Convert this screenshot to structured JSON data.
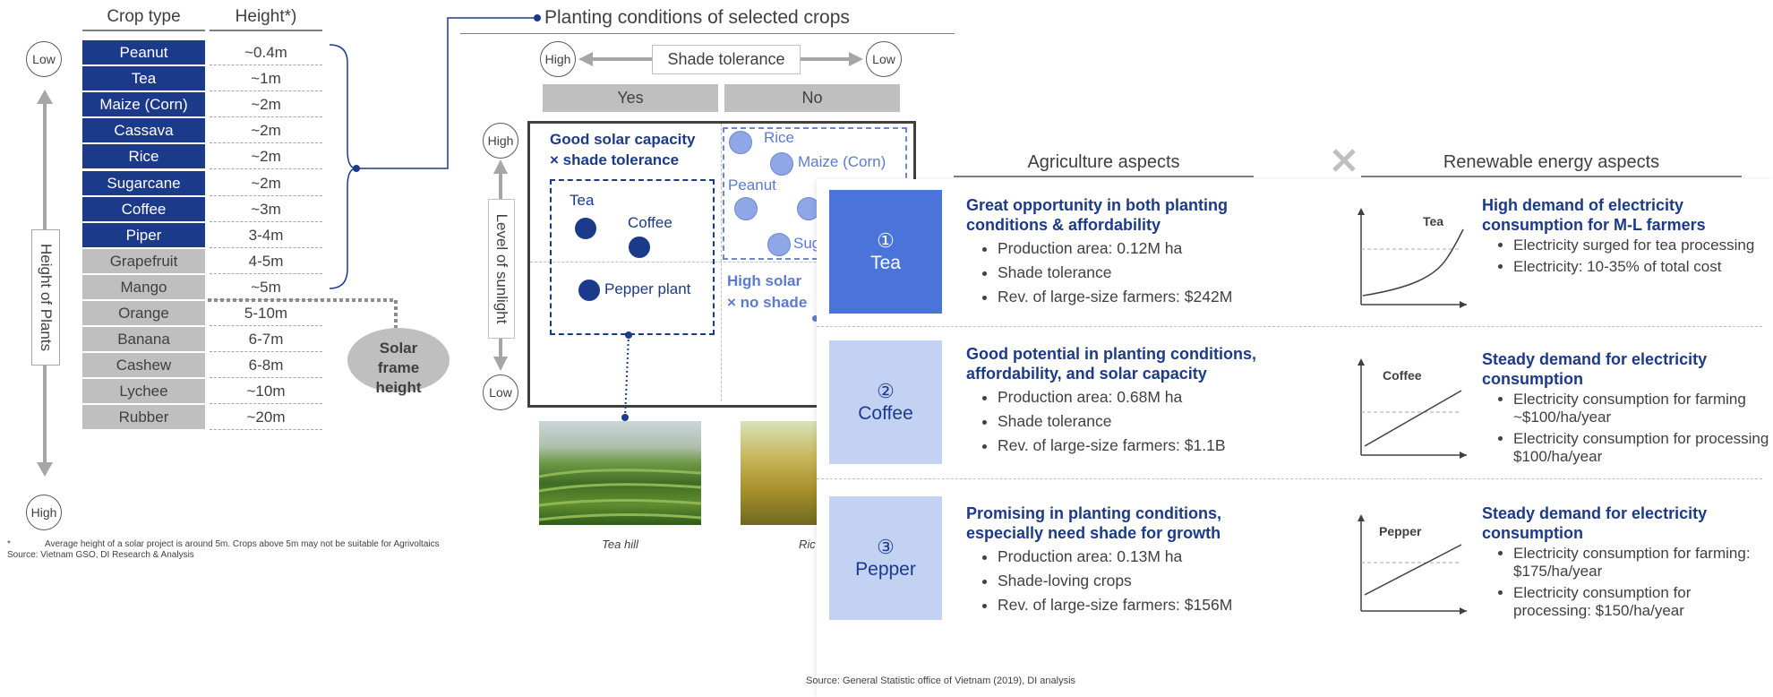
{
  "left": {
    "col_crop": "Crop type",
    "col_height": "Height*)",
    "low_label": "Low",
    "high_label": "High",
    "axis_label": "Height of Plants",
    "crops": [
      {
        "name": "Peanut",
        "height": "~0.4m",
        "selected": true
      },
      {
        "name": "Tea",
        "height": "~1m",
        "selected": true
      },
      {
        "name": "Maize (Corn)",
        "height": "~2m",
        "selected": true
      },
      {
        "name": "Cassava",
        "height": "~2m",
        "selected": true
      },
      {
        "name": "Rice",
        "height": "~2m",
        "selected": true
      },
      {
        "name": "Sugarcane",
        "height": "~2m",
        "selected": true
      },
      {
        "name": "Coffee",
        "height": "~3m",
        "selected": true
      },
      {
        "name": "Piper",
        "height": "3-4m",
        "selected": true
      },
      {
        "name": "Grapefruit",
        "height": "4-5m",
        "selected": false
      },
      {
        "name": "Mango",
        "height": "~5m",
        "selected": false
      },
      {
        "name": "Orange",
        "height": "5-10m",
        "selected": false
      },
      {
        "name": "Banana",
        "height": "6-7m",
        "selected": false
      },
      {
        "name": "Cashew",
        "height": "6-8m",
        "selected": false
      },
      {
        "name": "Lychee",
        "height": "~10m",
        "selected": false
      },
      {
        "name": "Rubber",
        "height": "~20m",
        "selected": false
      }
    ],
    "solar_frame_label": "Solar frame height",
    "footnote_mark": "*",
    "footnote": "Average height of a solar project is around 5m. Crops above 5m may not be suitable for Agrivoltaics",
    "source": "Source: Vietnam GSO, DI Research & Analysis"
  },
  "middle": {
    "title": "Planting conditions of selected crops",
    "shade_label": "Shade tolerance",
    "high": "High",
    "low": "Low",
    "yes": "Yes",
    "no": "No",
    "sunlight_label": "Level of sunlight",
    "q1_title_line1": "Good solar capacity",
    "q1_title_line2": "× shade tolerance",
    "q2_title_line1": "High solar",
    "q2_title_line2": "× no shade",
    "crops_dark": [
      "Tea",
      "Coffee",
      "Pepper plant"
    ],
    "crops_light": [
      "Rice",
      "Maize (Corn)",
      "Peanut",
      "Sug"
    ],
    "photo1_caption": "Tea hill",
    "photo2_caption": "Ric"
  },
  "panel": {
    "agri_header": "Agriculture aspects",
    "energy_header": "Renewable energy aspects",
    "source": "Source: General Statistic office of Vietnam (2019), DI analysis",
    "items": [
      {
        "num": "①",
        "name": "Tea",
        "agri_title": "Great opportunity in both planting conditions & affordability",
        "agri_bullets": [
          "Production area: 0.12M ha",
          "Shade tolerance",
          "Rev. of large-size farmers: $242M"
        ],
        "chart_label": "Tea",
        "energy_title": "High demand of electricity consumption for M-L farmers",
        "energy_bullets": [
          "Electricity surged for tea processing",
          "Electricity: 10-35% of total cost"
        ]
      },
      {
        "num": "②",
        "name": "Coffee",
        "agri_title": "Good potential in planting conditions, affordability, and solar capacity",
        "agri_bullets": [
          "Production area: 0.68M ha",
          "Shade tolerance",
          "Rev. of large-size farmers: $1.1B"
        ],
        "chart_label": "Coffee",
        "energy_title": "Steady demand for electricity consumption",
        "energy_bullets": [
          "Electricity consumption for farming ~$100/ha/year",
          "Electricity consumption for processing $100/ha/year"
        ]
      },
      {
        "num": "③",
        "name": "Pepper",
        "agri_title": "Promising in planting conditions, especially need shade for growth",
        "agri_bullets": [
          "Production area: 0.13M ha",
          "Shade-loving crops",
          "Rev. of large-size farmers: $156M"
        ],
        "chart_label": "Pepper",
        "energy_title": "Steady demand for electricity consumption",
        "energy_bullets": [
          "Electricity consumption for farming: $175/ha/year",
          "Electricity consumption for processing: $150/ha/year"
        ]
      }
    ]
  },
  "colors": {
    "dark_blue": "#1c3a8a",
    "light_blue": "#8fa7e6",
    "card_blue": "#4a74d9",
    "card_light": "#c3d2f3",
    "grey": "#bfbfbf"
  }
}
